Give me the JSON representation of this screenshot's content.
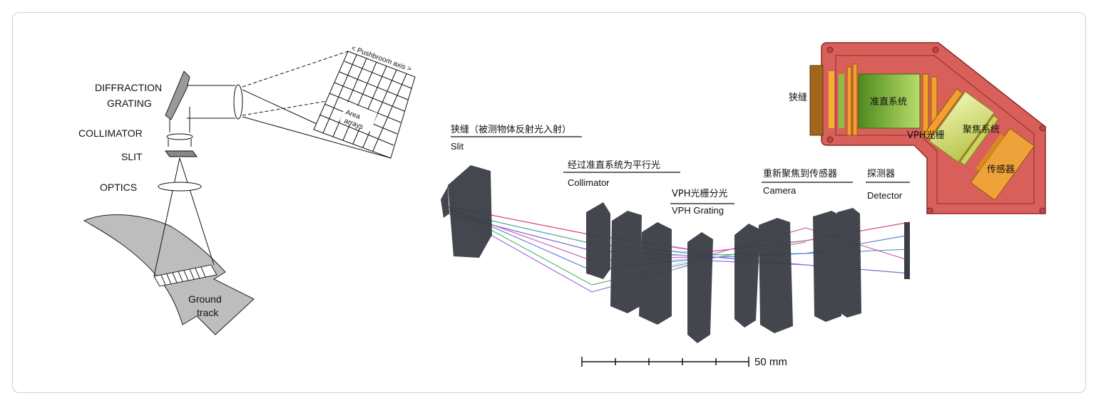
{
  "left_diagram": {
    "diffraction_grating_line1": "DIFFRACTION",
    "diffraction_grating_line2": "GRATING",
    "collimator": "COLLIMATOR",
    "slit": "SLIT",
    "optics": "OPTICS",
    "pushbroom_axis": "< Pushbroom axis >",
    "area_arrays_line1": "Area",
    "area_arrays_line2": "arrays",
    "ground_track_line1": "Ground",
    "ground_track_line2": "track"
  },
  "optical_layout": {
    "slit_cn": "狭缝（被测物体反射光入射）",
    "slit_en": "Slit",
    "collimator_cn": "经过准直系统为平行光",
    "collimator_en": "Collimator",
    "grating_cn": "VPH光栅分光",
    "grating_en": "VPH Grating",
    "camera_cn": "重新聚焦到传感器",
    "camera_en": "Camera",
    "detector_cn": "探测器",
    "detector_en": "Detector",
    "scale_bar": "50 mm"
  },
  "mechanical_model": {
    "slit": "狭缝",
    "collimator": "准直系统",
    "grating": "VPH光栅",
    "camera": "聚焦系统",
    "sensor": "传感器"
  },
  "colors": {
    "housing": "#d9605a",
    "lens_dark": "#3a3d45",
    "collimator_green": "#7cb83a",
    "camera_yellow": "#d8e47a",
    "sensor_orange": "#f0a23a"
  }
}
